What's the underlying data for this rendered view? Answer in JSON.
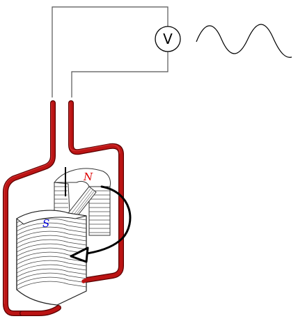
{
  "diagram": {
    "voltmeter_label": "V",
    "north_pole_label": "N",
    "south_pole_label": "S"
  },
  "colors": {
    "circuit_wire": "#555555",
    "coil_wire": "#bb1414",
    "coil_wire_highlight": "#e04040",
    "coil_outline": "#5a0000",
    "north_label": "#dd0000",
    "south_label": "#0000dd",
    "arrow": "#000000",
    "sine_wave": "#000000"
  },
  "icons": {
    "meter": "voltmeter-icon",
    "waveform": "sine-wave-icon",
    "rotation": "curved-arrow-icon"
  }
}
